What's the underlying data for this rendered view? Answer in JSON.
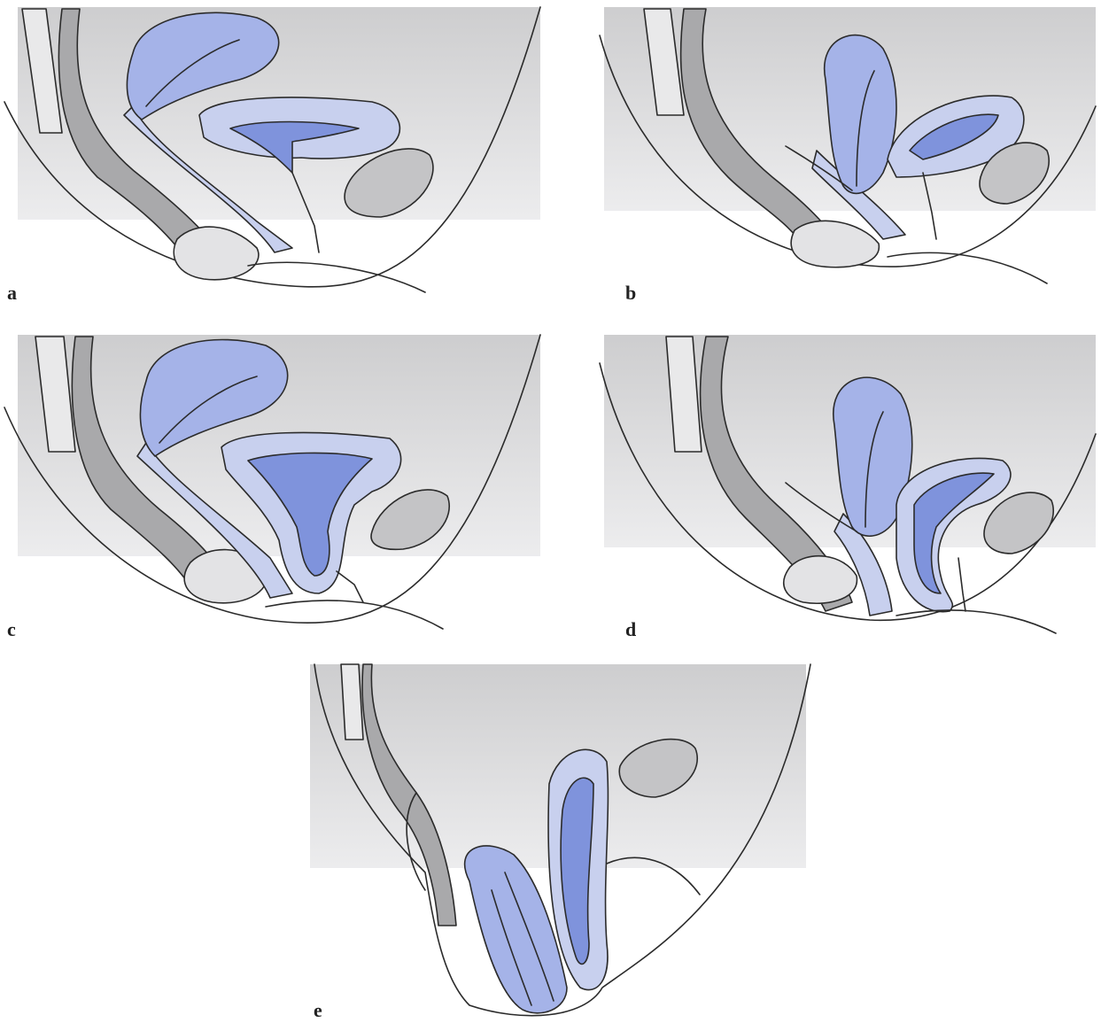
{
  "figure": {
    "panels": [
      {
        "id": "a",
        "label": "a"
      },
      {
        "id": "b",
        "label": "b"
      },
      {
        "id": "c",
        "label": "c"
      },
      {
        "id": "d",
        "label": "d"
      },
      {
        "id": "e",
        "label": "e"
      }
    ]
  },
  "colors": {
    "background": "#ffffff",
    "gray_dark": "#a9a9ab",
    "gray_mid": "#c4c4c6",
    "gray_light": "#dcdcde",
    "blue_light": "#c8d0ee",
    "blue_mid": "#a5b3e8",
    "blue_dark": "#7f93dc",
    "outline": "#2b2b2b"
  }
}
